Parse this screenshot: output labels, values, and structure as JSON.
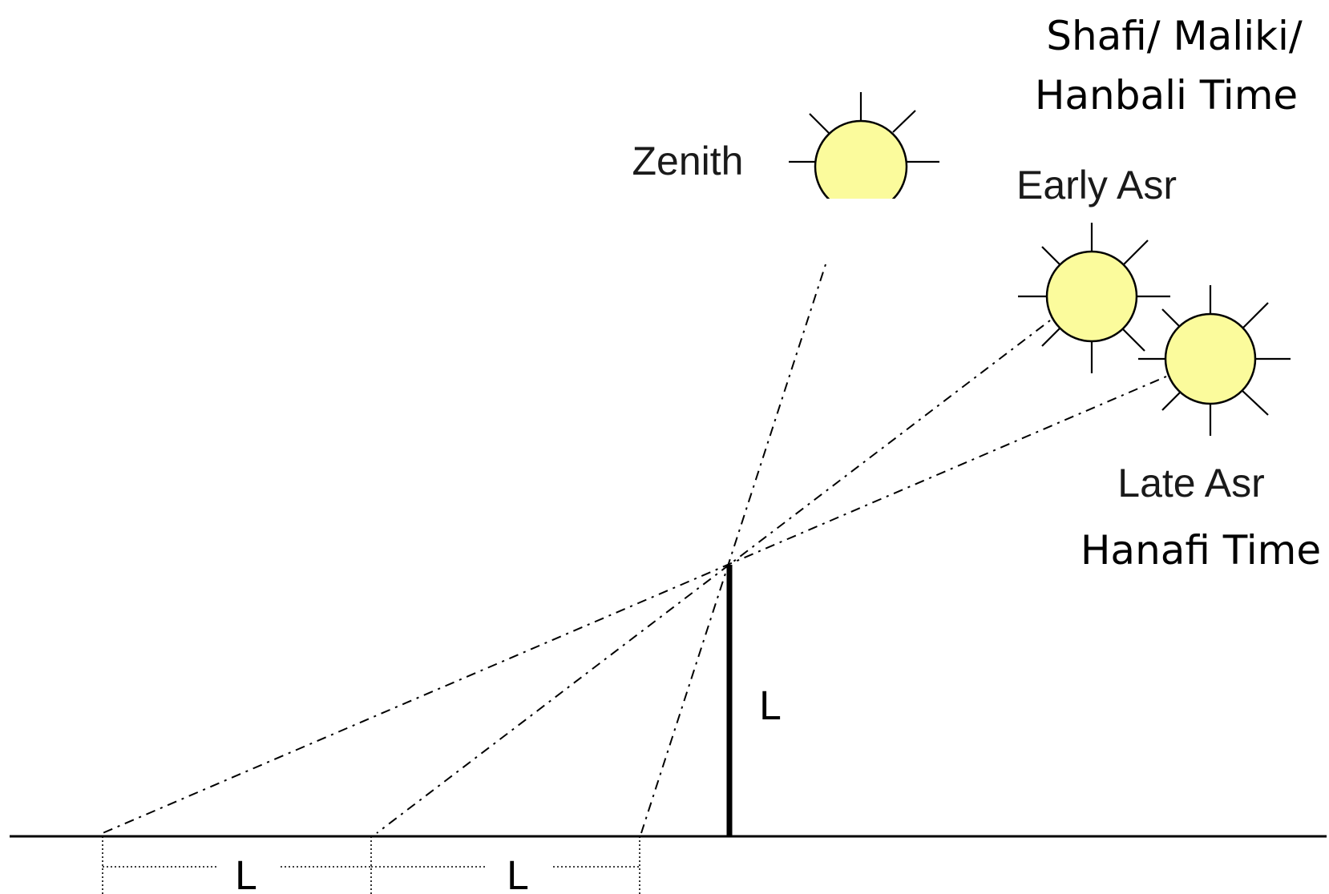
{
  "diagram": {
    "labels": {
      "zenith": "Zenith",
      "early_asr": "Early Asr",
      "late_asr": "Late Asr",
      "shafi_line1": "Shafi/ Maliki/",
      "shafi_line2": "Hanbali Time",
      "hanafi": "Hanafi Time",
      "stick_length": "L",
      "shadow_length_1": "L",
      "shadow_length_2": "L"
    },
    "colors": {
      "sun_fill": "#fbfb9c",
      "line": "#000000"
    },
    "icons": [
      "zenith-sun-icon",
      "early-asr-sun-icon",
      "late-asr-sun-icon"
    ]
  }
}
